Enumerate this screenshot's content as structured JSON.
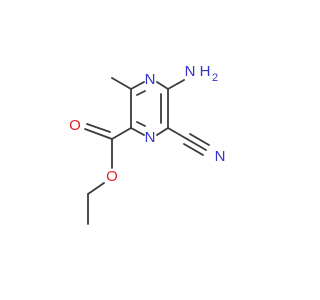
{
  "molecule": {
    "colors": {
      "bond": "#3a3a3a",
      "nitrogen": "#3333cc",
      "oxygen": "#dd2222",
      "carbon": "#3a3a3a"
    },
    "atoms": {
      "ring_n_top": "N",
      "ring_n_bottom": "N",
      "amino_n": "N",
      "amino_h": "H",
      "amino_h_count": "2",
      "nitrile_n": "N",
      "carbonyl_o": "O",
      "ester_o": "O"
    }
  }
}
